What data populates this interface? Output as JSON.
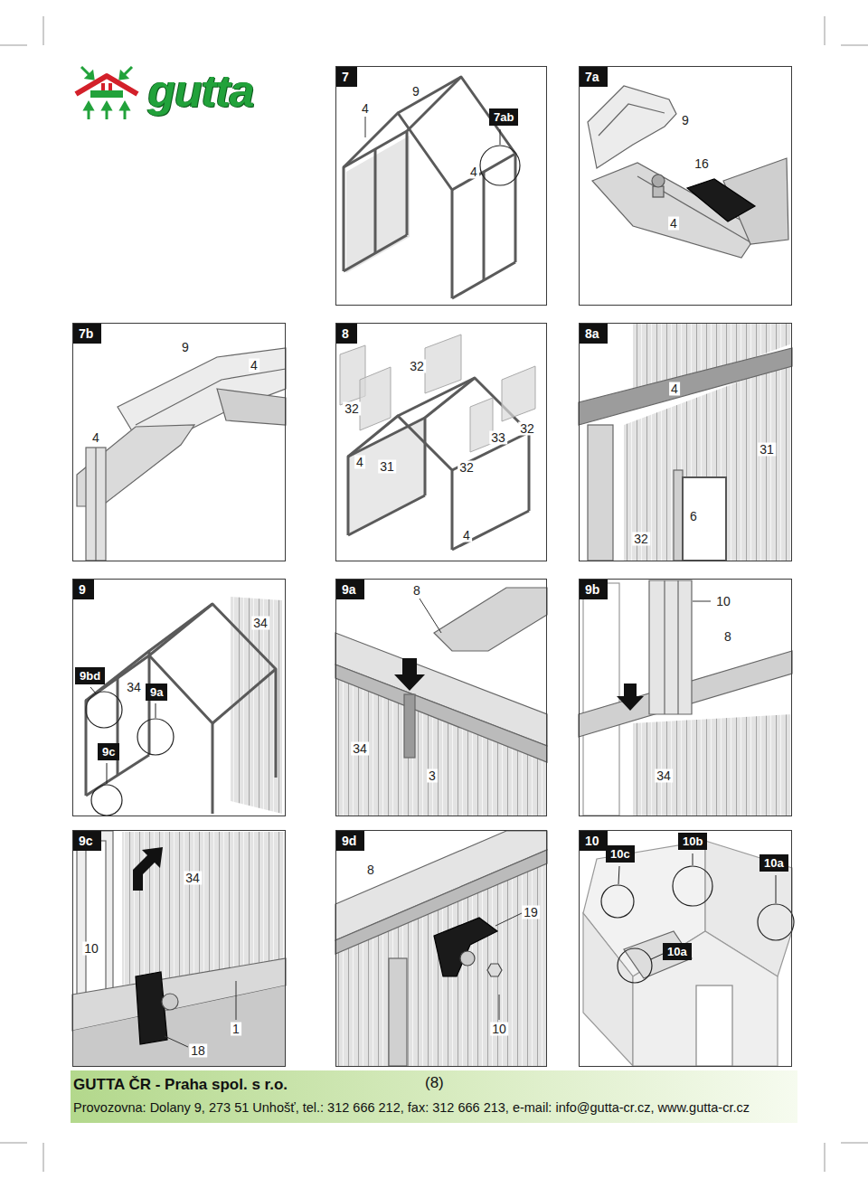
{
  "diagram": {
    "nodes": [
      {
        "text": [
          "7"
        ]
      },
      {
        "text": [
          "7ab"
        ],
        "in": 0
      },
      {
        "text": [
          "7a"
        ]
      },
      {
        "text": [
          "7b"
        ]
      },
      {
        "text": [
          "8"
        ]
      },
      {
        "text": [
          "8a"
        ]
      },
      {
        "text": [
          "9"
        ]
      },
      {
        "text": [
          "9bd"
        ],
        "in": 6
      },
      {
        "text": [
          "9a"
        ],
        "in": 6
      },
      {
        "text": [
          "9c"
        ],
        "in": 6
      },
      {
        "text": [
          "9a"
        ]
      },
      {
        "text": [
          "9b"
        ]
      },
      {
        "text": [
          "9c"
        ]
      },
      {
        "text": [
          "9d"
        ]
      },
      {
        "text": [
          "10"
        ]
      },
      {
        "text": [
          "10c"
        ],
        "in": 14
      },
      {
        "text": [
          "10b"
        ],
        "in": 14
      },
      {
        "text": [
          "10a"
        ],
        "in": 14
      },
      {
        "text": [
          "10a"
        ],
        "in": 14
      },
      {
        "text": [
          "GUTTA ČR - Praha spol. s r.o.",
          "(8)",
          "Provozovna: Dolany 9, 273 51 Unhošť, tel.: 312 666 212, fax: 312 666 213, e-mail: info@gutta-cr.cz, www.gutta-cr.cz"
        ]
      }
    ],
    "labels": [
      "gutta",
      "4",
      "9",
      "4",
      "9",
      "16",
      "4",
      "9",
      "4",
      "4",
      "32",
      "32",
      "33",
      "32",
      "4",
      "31",
      "32",
      "4",
      "4",
      "31",
      "6",
      "32",
      "34",
      "34",
      "8",
      "34",
      "3",
      "10",
      "8",
      "34",
      "34",
      "10",
      "1",
      "18",
      "8",
      "19",
      "10"
    ]
  }
}
